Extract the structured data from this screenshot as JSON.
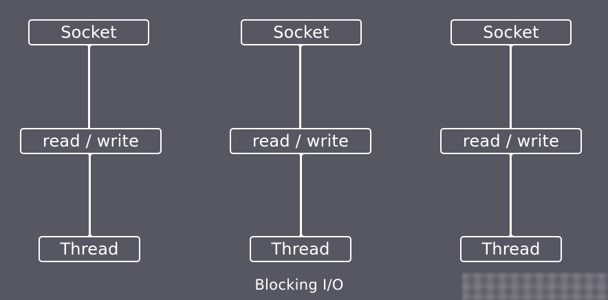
{
  "columns": [
    {
      "socket_label": "Socket",
      "rw_label": "read / write",
      "thread_label": "Thread"
    },
    {
      "socket_label": "Socket",
      "rw_label": "read / write",
      "thread_label": "Thread"
    },
    {
      "socket_label": "Socket",
      "rw_label": "read / write",
      "thread_label": "Thread"
    }
  ],
  "caption": "Blocking I/O",
  "colors": {
    "background": "#555763",
    "stroke": "#ffffff",
    "text": "#ffffff"
  }
}
